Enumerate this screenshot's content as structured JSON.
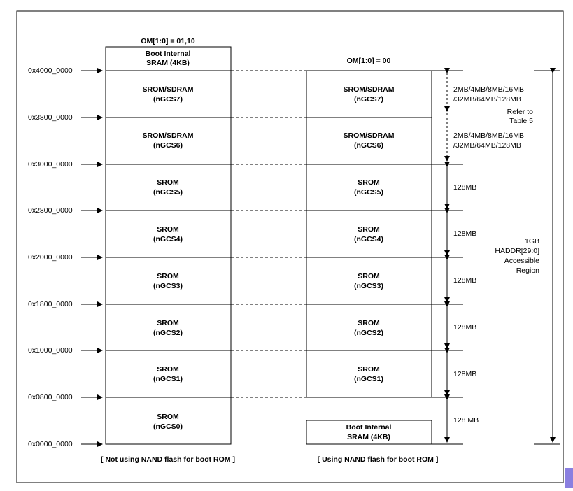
{
  "left_map": {
    "mode_label": "OM[1:0] = 01,10",
    "caption": "[ Not using NAND flash for boot ROM ]",
    "header_block": {
      "line1": "Boot Internal",
      "line2": "SRAM (4KB)"
    },
    "blocks": [
      {
        "line1": "SROM/SDRAM",
        "line2": "(nGCS7)"
      },
      {
        "line1": "SROM/SDRAM",
        "line2": "(nGCS6)"
      },
      {
        "line1": "SROM",
        "line2": "(nGCS5)"
      },
      {
        "line1": "SROM",
        "line2": "(nGCS4)"
      },
      {
        "line1": "SROM",
        "line2": "(nGCS3)"
      },
      {
        "line1": "SROM",
        "line2": "(nGCS2)"
      },
      {
        "line1": "SROM",
        "line2": "(nGCS1)"
      },
      {
        "line1": "SROM",
        "line2": "(nGCS0)"
      }
    ]
  },
  "addresses": [
    "0x4000_0000",
    "0x3800_0000",
    "0x3000_0000",
    "0x2800_0000",
    "0x2000_0000",
    "0x1800_0000",
    "0x1000_0000",
    "0x0800_0000",
    "0x0000_0000"
  ],
  "right_map": {
    "mode_label": "OM[1:0] = 00",
    "caption": "[ Using NAND flash for boot ROM ]",
    "blocks": [
      {
        "line1": "SROM/SDRAM",
        "line2": "(nGCS7)"
      },
      {
        "line1": "SROM/SDRAM",
        "line2": "(nGCS6)"
      },
      {
        "line1": "SROM",
        "line2": "(nGCS5)"
      },
      {
        "line1": "SROM",
        "line2": "(nGCS4)"
      },
      {
        "line1": "SROM",
        "line2": "(nGCS3)"
      },
      {
        "line1": "SROM",
        "line2": "(nGCS2)"
      },
      {
        "line1": "SROM",
        "line2": "(nGCS1)"
      }
    ],
    "boot_block": {
      "line1": "Boot Internal",
      "line2": "SRAM (4KB)"
    }
  },
  "sizes": {
    "bank7": {
      "line1": "2MB/4MB/8MB/16MB",
      "line2": "/32MB/64MB/128MB"
    },
    "refer": {
      "line1": "Refer to",
      "line2": "Table 5"
    },
    "bank6": {
      "line1": "2MB/4MB/8MB/16MB",
      "line2": "/32MB/64MB/128MB"
    },
    "bank5": "128MB",
    "bank4": "128MB",
    "bank3": "128MB",
    "bank2": "128MB",
    "bank1": "128MB",
    "bank0": "128 MB"
  },
  "total": {
    "line1": "1GB",
    "line2": "HADDR[29:0]",
    "line3": "Accessible",
    "line4": "Region"
  }
}
